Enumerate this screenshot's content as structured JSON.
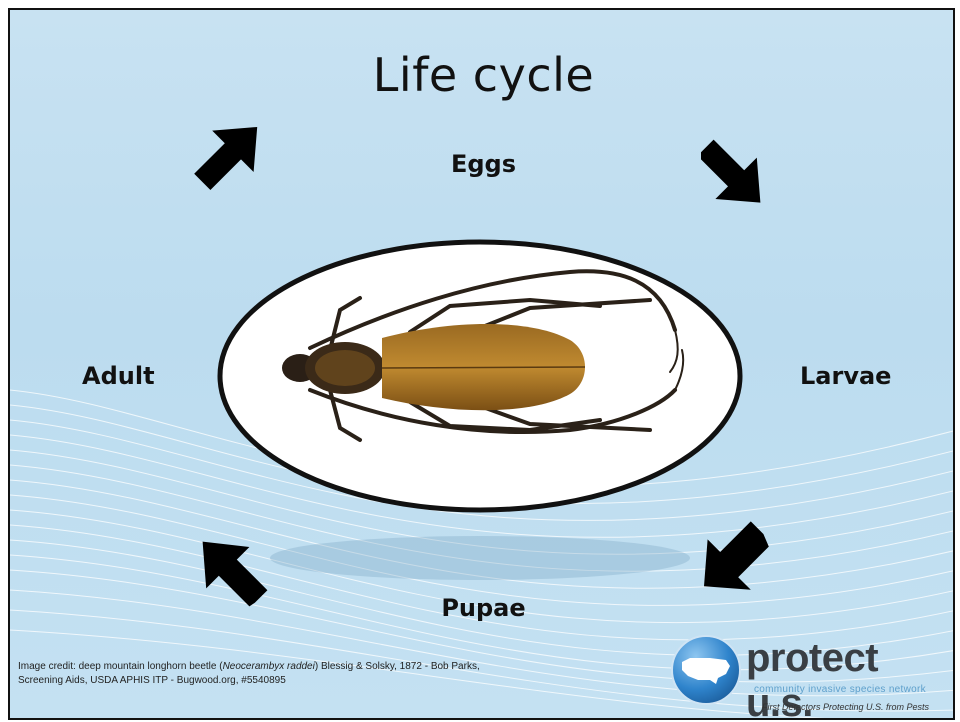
{
  "title": "Life cycle",
  "stages": {
    "eggs": "Eggs",
    "larvae": "Larvae",
    "pupae": "Pupae",
    "adult": "Adult"
  },
  "credit": {
    "prefix": "Image credit: deep mountain longhorn beetle (",
    "species": "Neocerambyx raddei",
    "suffix": ") Blessig & Solsky, 1872 - Bob Parks,",
    "line2": "Screening Aids, USDA APHIS ITP - Bugwood.org, #5540895"
  },
  "logo": {
    "name": "protect u.s.",
    "subtitle": "community invasive species network",
    "tagline": "First Detectors Protecting U.S. from Pests"
  },
  "colors": {
    "background": "#bcdcef",
    "arrow": "#000000",
    "logo_blue": "#1f6fb5"
  },
  "icons": [
    "arrow-up-right-icon",
    "arrow-down-right-icon",
    "arrow-down-left-icon",
    "arrow-up-left-icon",
    "us-map-globe-icon"
  ]
}
